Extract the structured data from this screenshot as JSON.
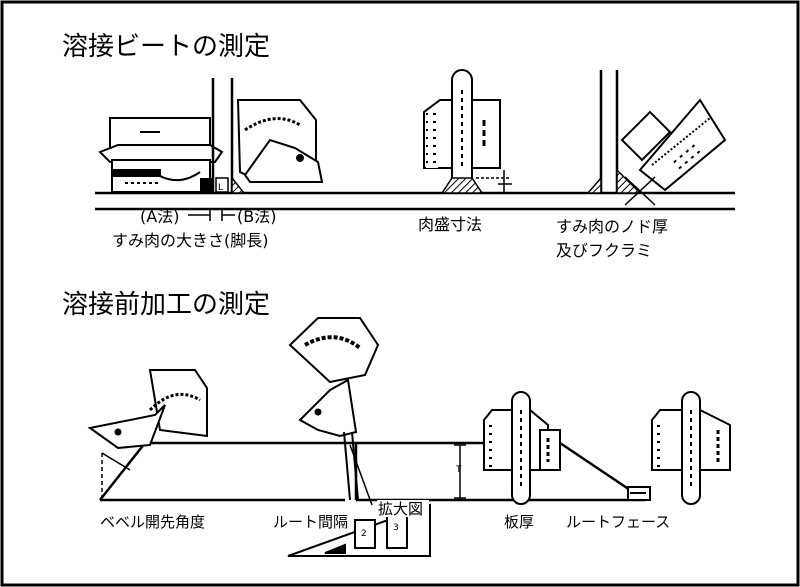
{
  "sections": {
    "bead": {
      "title": "溶接ビートの測定",
      "labels": {
        "a_method": "(A法)",
        "b_method": "(B法)",
        "fillet_size": "すみ肉の大きさ(脚長)",
        "reinforcement": "肉盛寸法",
        "throat_line1": "すみ肉のノド厚",
        "throat_line2": "及びフクラミ"
      }
    },
    "prep": {
      "title": "溶接前加工の測定",
      "labels": {
        "bevel": "ベベル開先角度",
        "root_gap": "ルート間隔",
        "magnified": "拡大図",
        "thickness": "板厚",
        "root_face": "ルートフェース"
      }
    }
  },
  "markers": {
    "L": "L",
    "T": "T",
    "n2": "2",
    "n3": "3"
  }
}
